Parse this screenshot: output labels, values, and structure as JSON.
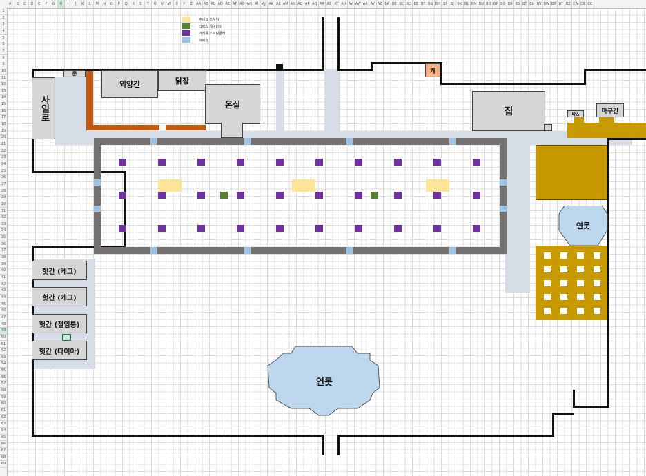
{
  "columns": [
    "A",
    "B",
    "C",
    "D",
    "E",
    "F",
    "G",
    "H",
    "I",
    "J",
    "K",
    "L",
    "M",
    "N",
    "O",
    "P",
    "Q",
    "R",
    "S",
    "T",
    "U",
    "V",
    "W",
    "X",
    "Y",
    "Z",
    "AA",
    "AB",
    "AC",
    "AD",
    "AE",
    "AF",
    "AG",
    "AH",
    "AI",
    "AJ",
    "AK",
    "AL",
    "AM",
    "AN",
    "AO",
    "AP",
    "AQ",
    "AR",
    "AS",
    "AT",
    "AU",
    "AV",
    "AW",
    "AX",
    "AY",
    "AZ",
    "BA",
    "BB",
    "BC",
    "BD",
    "BE",
    "BF",
    "BG",
    "BH",
    "BI",
    "BJ",
    "BK",
    "BL",
    "BM",
    "BN",
    "BO",
    "BP",
    "BQ",
    "BR",
    "BS",
    "BT",
    "BU",
    "BV",
    "BW",
    "BX",
    "BY",
    "BZ",
    "CA",
    "CB",
    "CC"
  ],
  "row_count": 69,
  "selected_cell": "H",
  "legend": [
    {
      "label": "주니요 오두막",
      "color": "#ffe59a"
    },
    {
      "label": "디럭스 깨수바비",
      "color": "#548235"
    },
    {
      "label": "마리몽 스프링쿨러",
      "color": "#7030a0"
    },
    {
      "label": "피뢰침",
      "color": "#9dc3e6"
    }
  ],
  "colors": {
    "wall": "#111111",
    "building": "#d6d6d6",
    "path": "#d6dde6",
    "fence": "#767171",
    "fence_gate": "#9dc3e6",
    "orange": "#c55a11",
    "gold": "#c79a00",
    "pond": "#bdd7ee",
    "dog": "#f4b183"
  },
  "labels": {
    "office": "사일로",
    "small_top": "문",
    "outhouse": "외양간",
    "coop": "닭장",
    "greenhouse": "온실",
    "dog": "개",
    "house": "집",
    "box": "박스",
    "stable": "마구간",
    "pond_small": "연못",
    "pond_big": "연못",
    "shed1": "헛간 (케그)",
    "shed2": "헛간 (케그)",
    "shed3": "헛간 (절임통)",
    "shed4": "헛간 (다이아)"
  }
}
